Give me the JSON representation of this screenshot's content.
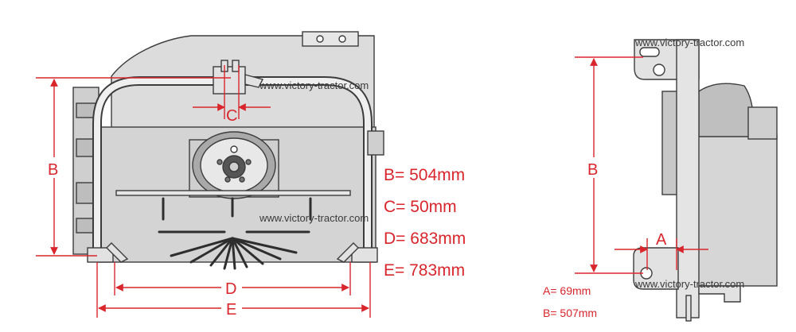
{
  "left_view": {
    "watermarks": [
      "www.victory-tractor.com",
      "www.victory-tractor.com"
    ],
    "dimension_labels": {
      "b": "B",
      "c": "C",
      "d": "D",
      "e": "E"
    },
    "specs": [
      "B= 504mm",
      "C= 50mm",
      "D= 683mm",
      "E= 783mm"
    ]
  },
  "right_view": {
    "watermarks": [
      "www.victory-tractor.com",
      "www.victory-tractor.com"
    ],
    "dimension_labels": {
      "a": "A",
      "b": "B"
    },
    "specs": [
      "A= 69mm",
      "B= 507mm"
    ]
  },
  "colors": {
    "dimension": "#d9262c",
    "machine_fill": "#d8d8d8",
    "machine_stroke": "#3c3c3c"
  }
}
